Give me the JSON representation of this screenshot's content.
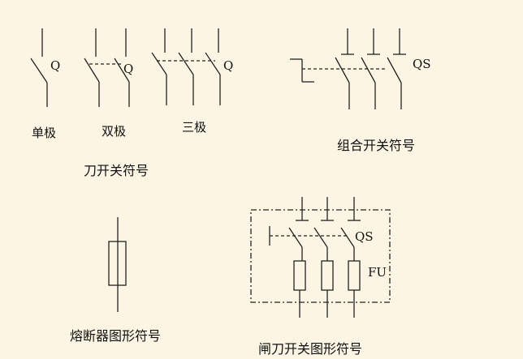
{
  "knife_switch": {
    "single_tag": "Q",
    "double_tag": "Q",
    "triple_tag": "Q",
    "single_label": "单极",
    "double_label": "双极",
    "triple_label": "三极",
    "group_caption": "刀开关符号"
  },
  "combo_switch": {
    "tag": "QS",
    "caption": "组合开关符号"
  },
  "fuse": {
    "caption": "熔断器图形符号"
  },
  "fused_knife_switch": {
    "switch_tag": "QS",
    "fuse_tag": "FU",
    "caption": "闸刀开关图形符号"
  }
}
